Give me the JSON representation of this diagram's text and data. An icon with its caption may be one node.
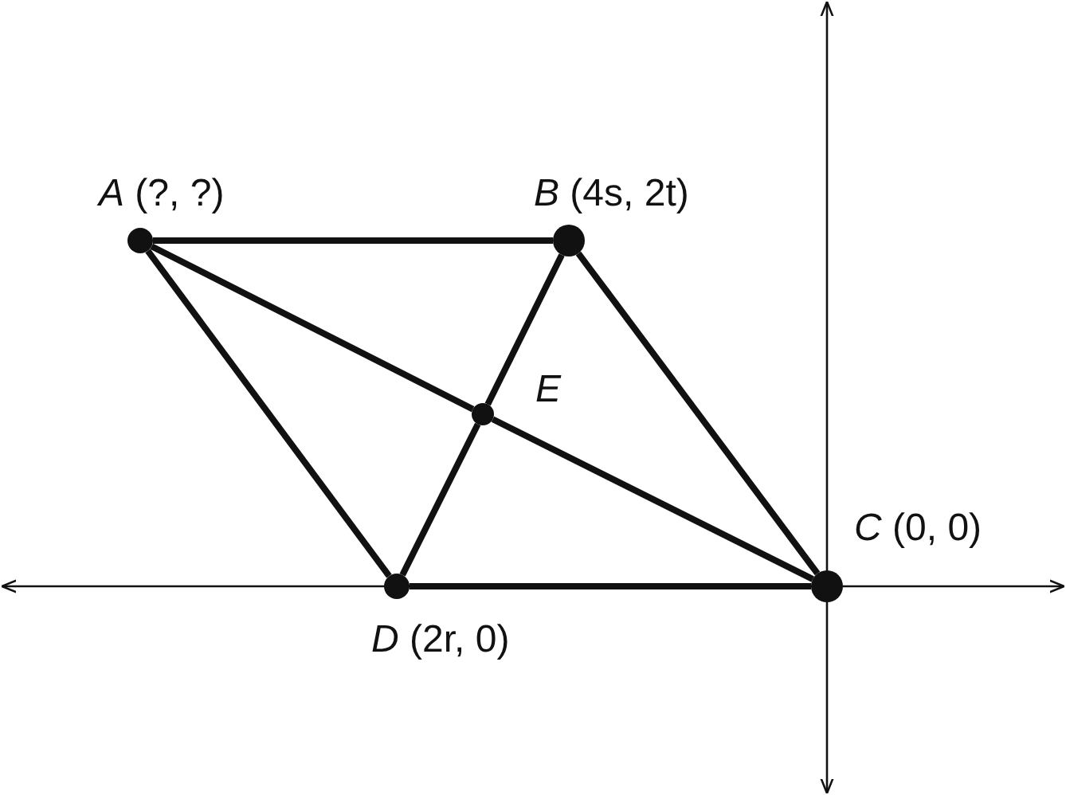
{
  "diagram": {
    "nodes": [
      {
        "text": [
          "*A* (?, ?)"
        ]
      },
      {
        "text": [
          "*B* (4s, 2t)"
        ]
      },
      {
        "text": [
          "*C* (0, 0)"
        ]
      },
      {
        "text": [
          "*D* (2r, 0)"
        ]
      },
      {
        "text": [
          "E"
        ]
      }
    ],
    "edges": [
      {
        "from": 0,
        "to": 1,
        "arrow": "none"
      },
      {
        "from": 1,
        "to": 2,
        "arrow": "none"
      },
      {
        "from": 2,
        "to": 3,
        "arrow": "none"
      },
      {
        "from": 3,
        "to": 0,
        "arrow": "none"
      },
      {
        "from": 0,
        "to": 4,
        "arrow": "none"
      },
      {
        "from": 4,
        "to": 2,
        "arrow": "none"
      },
      {
        "from": 1,
        "to": 4,
        "arrow": "none"
      },
      {
        "from": 4,
        "to": 3,
        "arrow": "none"
      }
    ]
  }
}
